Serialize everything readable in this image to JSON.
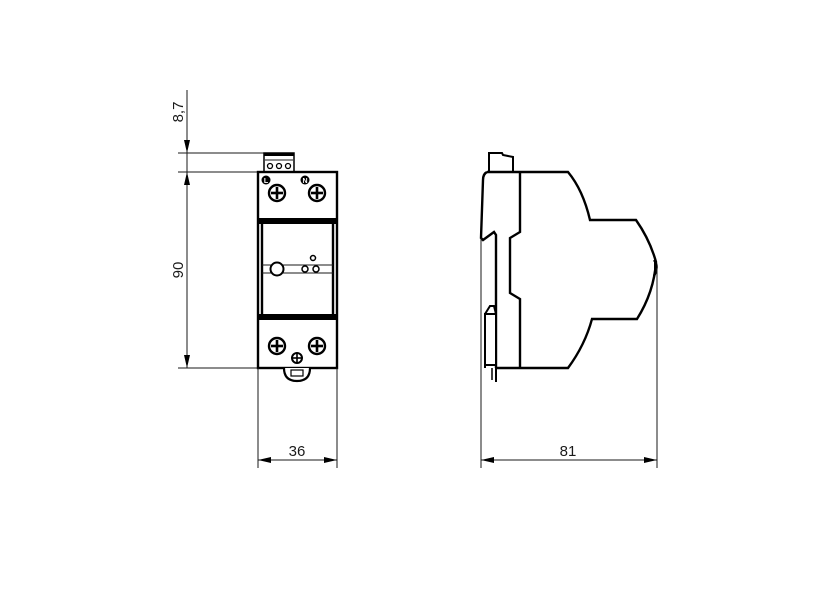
{
  "drawing": {
    "type": "technical dimension drawing",
    "views": [
      "front-view",
      "side-view"
    ],
    "colors": {
      "line": "#000000",
      "background": "#ffffff"
    }
  },
  "front_view": {
    "terminal_labels": {
      "top_left": "L",
      "top_right": "N"
    },
    "dimensions": {
      "top_connector_height": "8,7",
      "height": "90",
      "width": "36"
    }
  },
  "side_view": {
    "dimensions": {
      "depth": "81"
    }
  }
}
